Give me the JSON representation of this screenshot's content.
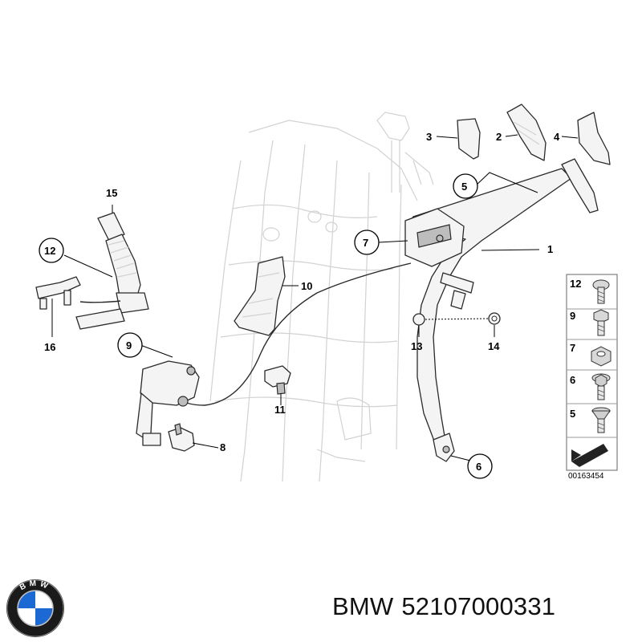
{
  "diagram": {
    "callouts": [
      {
        "id": "c1",
        "label": "1"
      },
      {
        "id": "c2",
        "label": "2"
      },
      {
        "id": "c3",
        "label": "3"
      },
      {
        "id": "c4",
        "label": "4"
      },
      {
        "id": "c5",
        "label": "5"
      },
      {
        "id": "c6",
        "label": "6"
      },
      {
        "id": "c7",
        "label": "7"
      },
      {
        "id": "c8",
        "label": "8"
      },
      {
        "id": "c9",
        "label": "9"
      },
      {
        "id": "c10",
        "label": "10"
      },
      {
        "id": "c11",
        "label": "11"
      },
      {
        "id": "c12",
        "label": "12"
      },
      {
        "id": "c13",
        "label": "13"
      },
      {
        "id": "c14",
        "label": "14"
      },
      {
        "id": "c15",
        "label": "15"
      },
      {
        "id": "c16",
        "label": "16"
      }
    ],
    "legend": [
      {
        "label": "12",
        "icon": "pan-head-screw-icon"
      },
      {
        "label": "9",
        "icon": "hex-bolt-icon"
      },
      {
        "label": "7",
        "icon": "hex-nut-icon"
      },
      {
        "label": "6",
        "icon": "collar-bolt-icon"
      },
      {
        "label": "5",
        "icon": "countersunk-screw-icon"
      }
    ],
    "reference_code": "00163454"
  },
  "caption": {
    "brand": "BMW",
    "part_number": "52107000331"
  },
  "logo": {
    "icon": "bmw-roundel-icon",
    "letters": "BMW",
    "colors": {
      "blue": "#1c69d4",
      "white": "#ffffff",
      "ring": "#1a1a1a"
    }
  }
}
